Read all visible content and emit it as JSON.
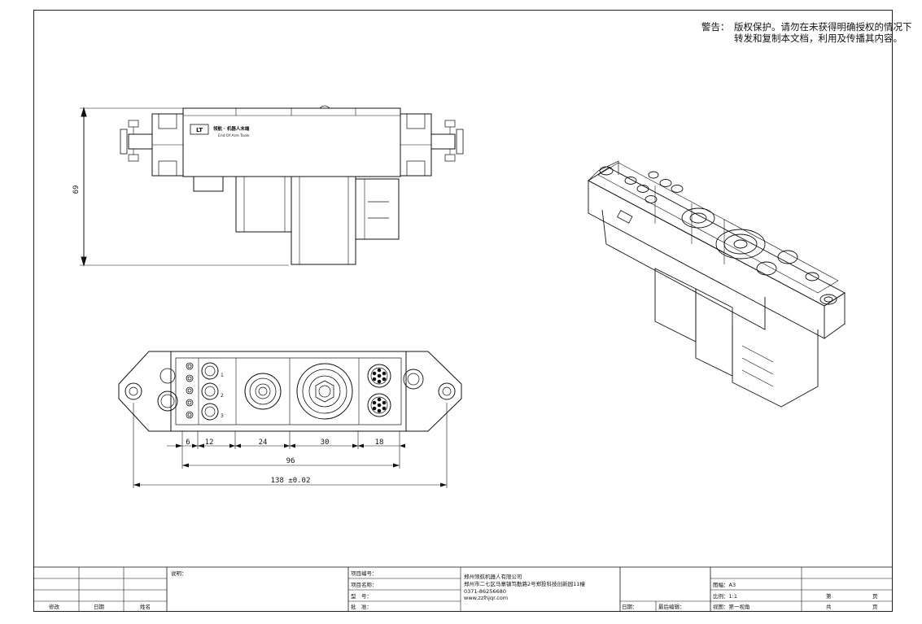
{
  "warning": {
    "label": "警告：",
    "line1": "版权保护。请勿在未获得明确授权的情况下",
    "line2": "转发和复制本文档，利用及传播其内容。"
  },
  "logo": {
    "mark": "LT",
    "cn": "领航 · 机器人末端",
    "en": "End Of Arm Tools"
  },
  "dimensions": {
    "height": "69",
    "d6": "6",
    "d12": "12",
    "d24": "24",
    "d30": "30",
    "d18": "18",
    "d96": "96",
    "d138": "138 ±0.02"
  },
  "port_labels": [
    "1",
    "2",
    "3"
  ],
  "title_block": {
    "modify": "修改",
    "date": "日期",
    "name": "姓名",
    "notes": "说明：",
    "project_no": "项目编号：",
    "project_name": "项目名称：",
    "model": "型　号：",
    "approve": "批　准：",
    "company": "郑州领航机器人有限公司",
    "address": "郑州市二七区马寨镇笃勤路2号郑投科技创新园11幢",
    "phone": "0371-86256680",
    "website": "www.zzlhjqr.com",
    "date2": "日期：",
    "last_editor": "最后编辑：",
    "sheet_size": "图幅：A3",
    "scale": "比例：1:1",
    "view": "视图：第一视角",
    "sheet_no": "第",
    "page_unit": "页",
    "total": "共",
    "total_unit": "页"
  }
}
